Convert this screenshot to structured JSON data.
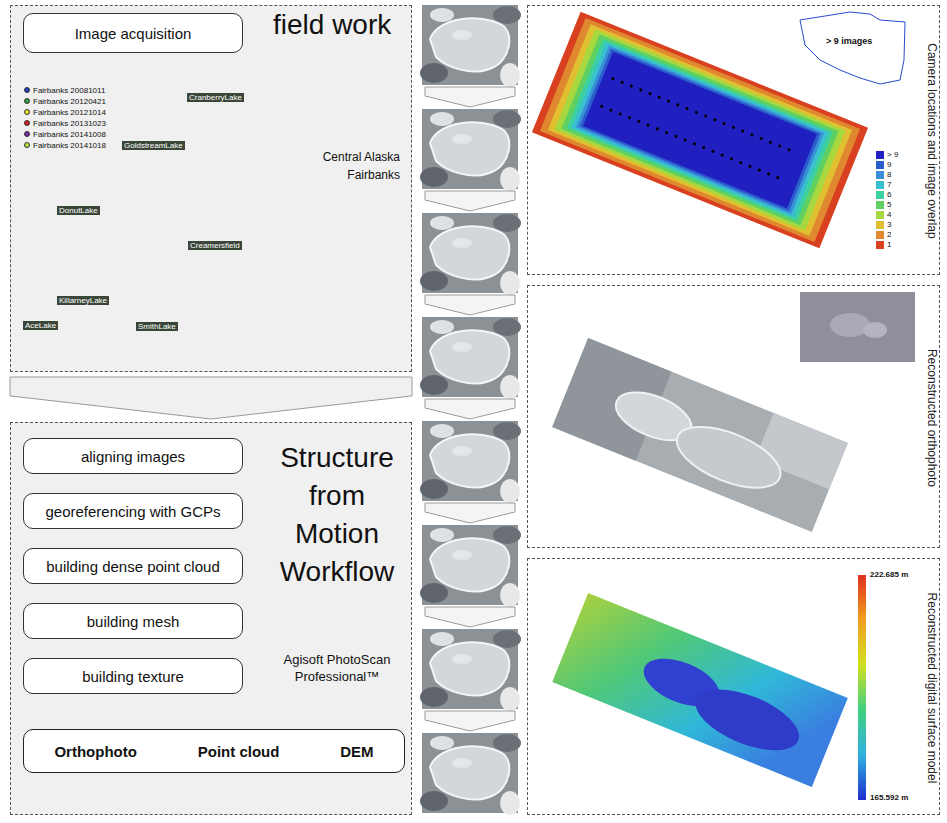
{
  "diagram": {
    "nodes": [
      {
        "text": [
          "field work"
        ]
      },
      {
        "text": [
          "Image acquisition"
        ],
        "in": 0
      },
      {
        "text": [
          "Structure from Motion Workflow",
          "Agisoft PhotoScan Professional™"
        ]
      },
      {
        "text": [
          "aligning images"
        ],
        "in": 2
      },
      {
        "text": [
          "georeferencing with GCPs"
        ],
        "in": 2
      },
      {
        "text": [
          "building dense point cloud"
        ],
        "in": 2
      },
      {
        "text": [
          "building mesh"
        ],
        "in": 2
      },
      {
        "text": [
          "building texture"
        ],
        "in": 2
      },
      {
        "text": [
          "Orthophoto",
          "Point cloud",
          "DEM"
        ],
        "in": 2
      },
      {
        "text": [
          "Camera locations and image overlap"
        ]
      },
      {
        "text": [
          "Reconstructed orthophoto"
        ]
      },
      {
        "text": [
          "Reconstructed digital surface model"
        ]
      }
    ],
    "edges": [
      {
        "from": 0,
        "to": 2,
        "arrow": "to"
      }
    ],
    "labels": [
      "Central Alaska",
      "Fairbanks",
      "CranberryLake",
      "GoldstreamLake",
      "DonutLake",
      "Creamersfield",
      "KillarneyLake",
      "AceLake",
      "SmithLake",
      "> 9 images",
      "222.685 m",
      "165.592 m"
    ],
    "legend": [
      {
        "text": "Fairbanks 20081011",
        "color": "#1f3fbf"
      },
      {
        "text": "Fairbanks 20120421",
        "color": "#2e9e3e"
      },
      {
        "text": "Fairbanks 20121014",
        "color": "#e8e030"
      },
      {
        "text": "Fairbanks 20131023",
        "color": "#d62020"
      },
      {
        "text": "Fairbanks 20141008",
        "color": "#7a2aa0"
      },
      {
        "text": "Fairbanks 20141018",
        "color": "#b8e040"
      },
      {
        "text": "> 9",
        "color": "#2020c0"
      },
      {
        "text": "9",
        "color": "#2a5ccc"
      },
      {
        "text": "8",
        "color": "#3a8fd8"
      },
      {
        "text": "7",
        "color": "#39c0d0"
      },
      {
        "text": "6",
        "color": "#3dd0a0"
      },
      {
        "text": "5",
        "color": "#60d060"
      },
      {
        "text": "4",
        "color": "#a8d840"
      },
      {
        "text": "3",
        "color": "#e0c030"
      },
      {
        "text": "2",
        "color": "#e08830"
      },
      {
        "text": "1",
        "color": "#d84020"
      }
    ]
  }
}
